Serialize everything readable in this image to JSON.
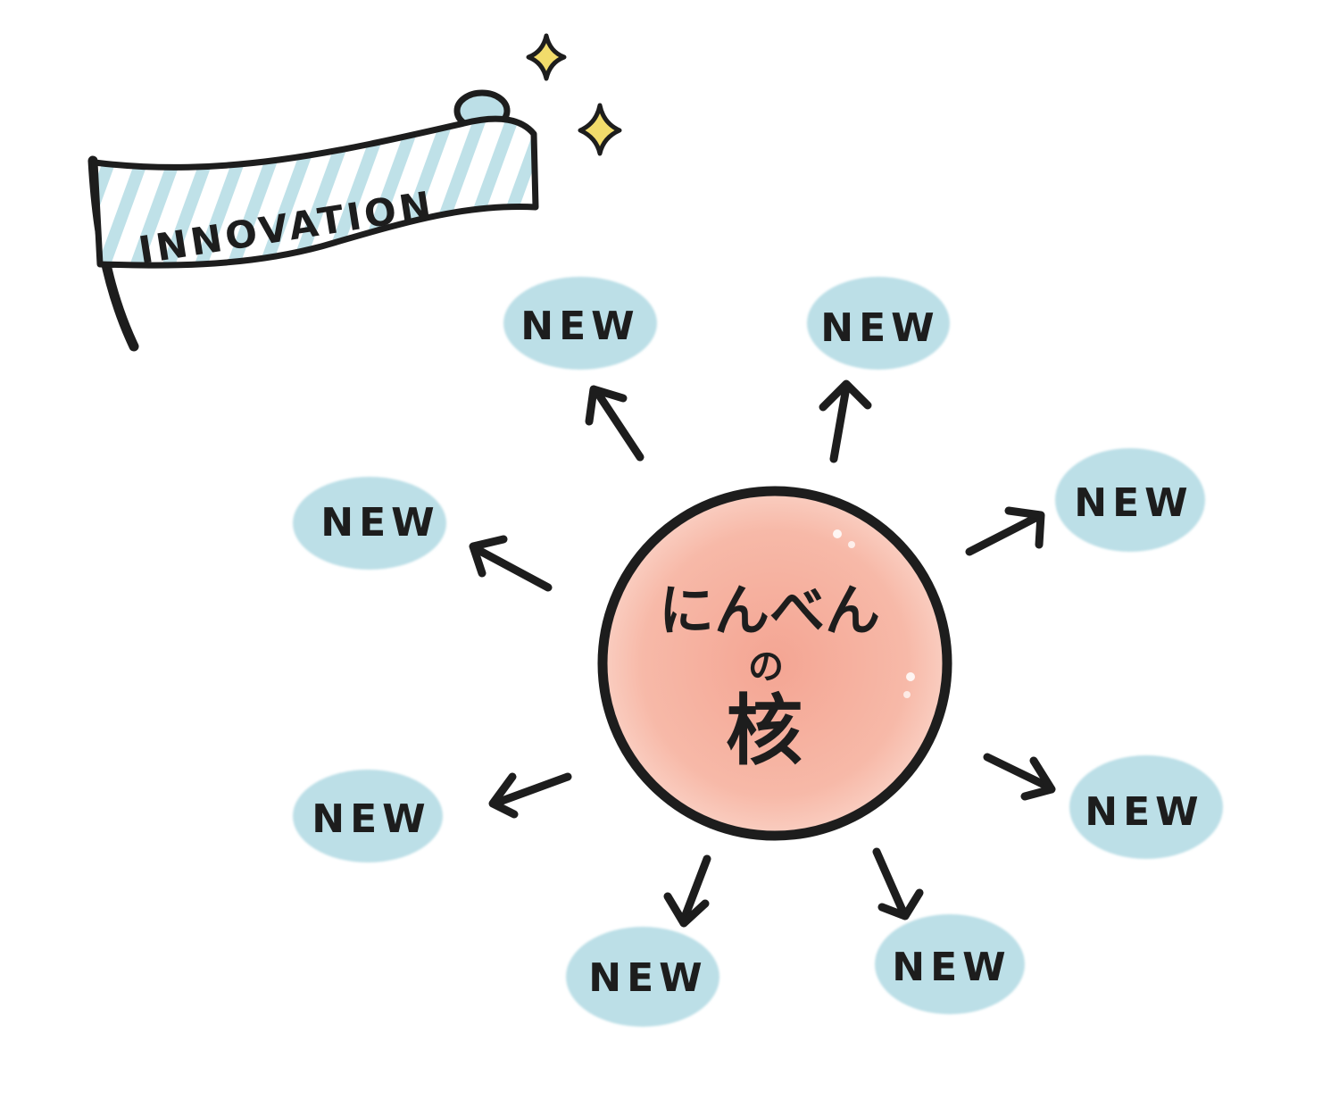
{
  "banner": {
    "label": "INNOVATION"
  },
  "core": {
    "line1": "にんべん",
    "line2": "の",
    "line3": "核"
  },
  "bubbles": [
    {
      "label": "NEW"
    },
    {
      "label": "NEW"
    },
    {
      "label": "NEW"
    },
    {
      "label": "NEW"
    },
    {
      "label": "NEW"
    },
    {
      "label": "NEW"
    },
    {
      "label": "NEW"
    },
    {
      "label": "NEW"
    }
  ],
  "colors": {
    "bubble": "#bcdfe7",
    "core_fill": "#f7b6a5",
    "core_center": "#f4a593",
    "ink": "#1d1d1d",
    "banner_stripe": "#bcdfe7",
    "sparkle": "#f2dc6b"
  }
}
